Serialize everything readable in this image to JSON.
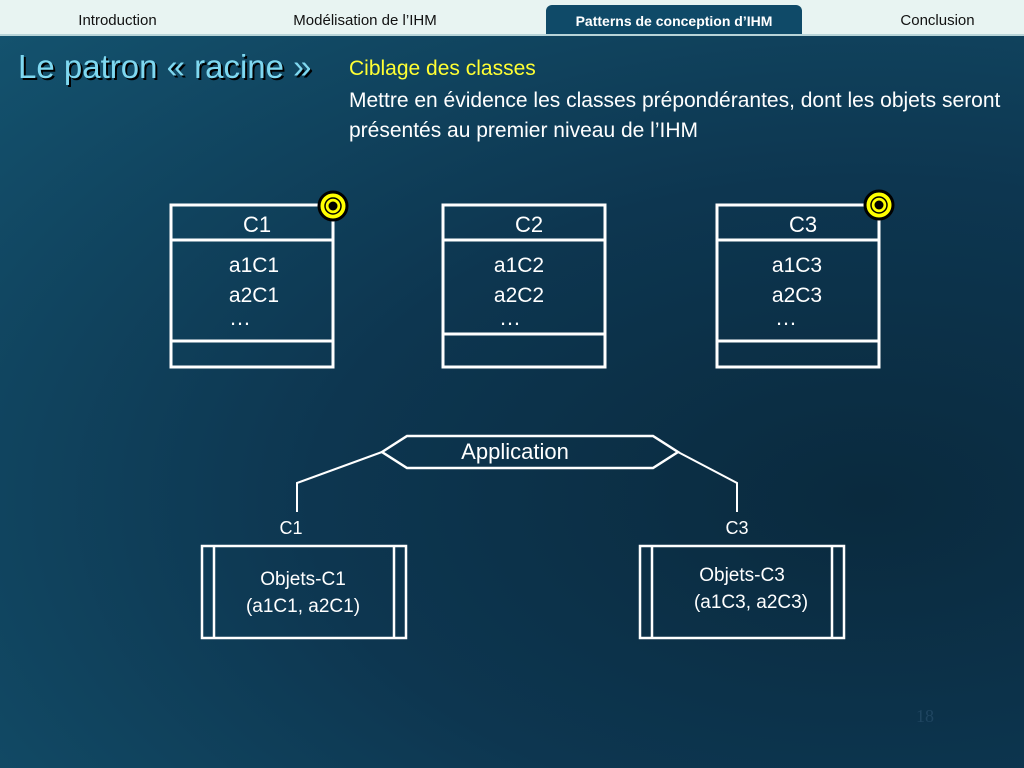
{
  "nav": {
    "tabs": [
      {
        "label": "Introduction",
        "active": false
      },
      {
        "label": "Modélisation de l’IHM",
        "active": false
      },
      {
        "label": "Patterns de conception d’IHM",
        "active": true
      },
      {
        "label": "Conclusion",
        "active": false
      }
    ]
  },
  "slide": {
    "title": "Le patron « racine »",
    "subtitle": "Ciblage des classes",
    "description": "Mettre en évidence les classes prépondérantes, dont les objets seront présentés au premier niveau de l’IHM",
    "page_number": "18"
  },
  "colors": {
    "accent": "#ffff33",
    "title": "#7fd8f0",
    "marker": "#ffff00"
  },
  "classes": [
    {
      "name": "C1",
      "attributes": [
        "a1C1",
        "a2C1"
      ],
      "ellipsis": "…",
      "marked": true
    },
    {
      "name": "C2",
      "attributes": [
        "a1C2",
        "a2C2"
      ],
      "ellipsis": "…",
      "marked": false
    },
    {
      "name": "C3",
      "attributes": [
        "a1C3",
        "a2C3"
      ],
      "ellipsis": "…",
      "marked": true
    }
  ],
  "application": {
    "label": "Application",
    "branches": [
      {
        "label": "C1",
        "object_title": "Objets-C1",
        "object_attrs": "(a1C1, a2C1)"
      },
      {
        "label": "C3",
        "object_title": "Objets-C3",
        "object_attrs": "(a1C3, a2C3)"
      }
    ]
  }
}
